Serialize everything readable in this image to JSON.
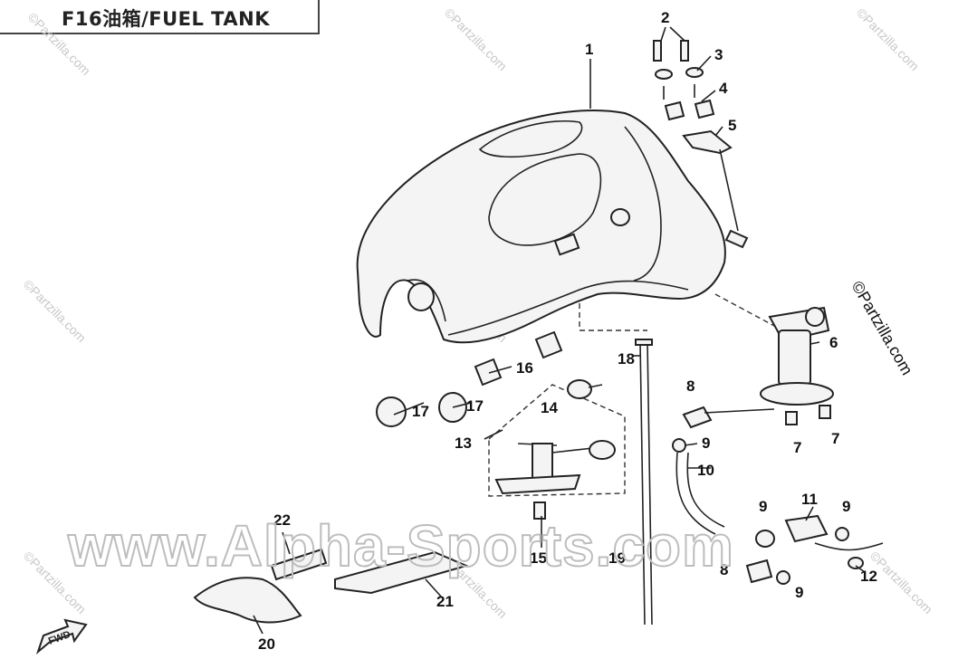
{
  "title": "F16油箱/FUEL TANK",
  "watermark_small": "©Partzilla.com",
  "watermark_large": "www.Alpha-Sports.com",
  "fwd_label": "FWD",
  "callouts": [
    "1",
    "2",
    "3",
    "4",
    "5",
    "6",
    "7",
    "7",
    "8",
    "8",
    "9",
    "9",
    "9",
    "9",
    "10",
    "11",
    "12",
    "13",
    "14",
    "15",
    "16",
    "17",
    "17",
    "18",
    "19",
    "20",
    "21",
    "22"
  ]
}
